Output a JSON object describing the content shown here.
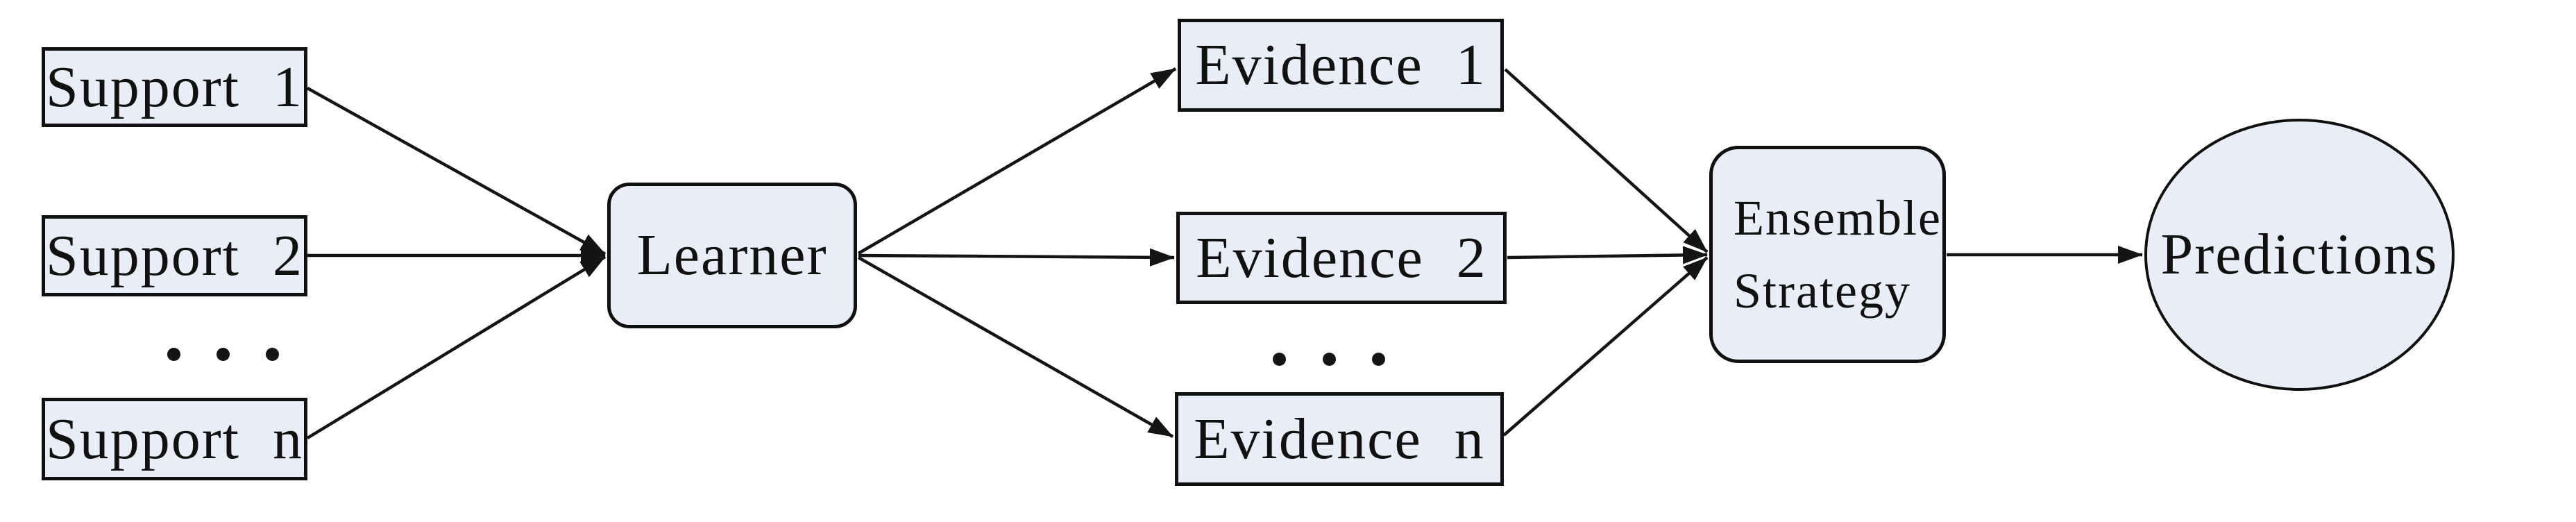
{
  "colors": {
    "node_fill": "#e9edf7",
    "node_border": "#101010",
    "edge_color": "#141414",
    "background": "#ffffff",
    "text_color": "#111111"
  },
  "diagram": {
    "title": "Ensemble learning flow diagram",
    "nodes": {
      "support1": {
        "label": "Support 1",
        "shape": "rectangle"
      },
      "support2": {
        "label": "Support 2",
        "shape": "rectangle"
      },
      "supportn": {
        "label": "Support n",
        "shape": "rectangle"
      },
      "learner": {
        "label": "Learner",
        "shape": "rounded-rectangle"
      },
      "evidence1": {
        "label": "Evidence 1",
        "shape": "rectangle"
      },
      "evidence2": {
        "label": "Evidence 2",
        "shape": "rectangle"
      },
      "evidencen": {
        "label": "Evidence n",
        "shape": "rectangle"
      },
      "ensemble": {
        "label": "Ensemble\nStrategy",
        "shape": "rounded-rectangle"
      },
      "predictions": {
        "label": "Predictions",
        "shape": "ellipse"
      }
    },
    "edges": [
      {
        "from": "support1",
        "to": "learner"
      },
      {
        "from": "support2",
        "to": "learner"
      },
      {
        "from": "supportn",
        "to": "learner"
      },
      {
        "from": "learner",
        "to": "evidence1"
      },
      {
        "from": "learner",
        "to": "evidence2"
      },
      {
        "from": "learner",
        "to": "evidencen"
      },
      {
        "from": "evidence1",
        "to": "ensemble"
      },
      {
        "from": "evidence2",
        "to": "ensemble"
      },
      {
        "from": "evidencen",
        "to": "ensemble"
      },
      {
        "from": "ensemble",
        "to": "predictions"
      }
    ]
  }
}
